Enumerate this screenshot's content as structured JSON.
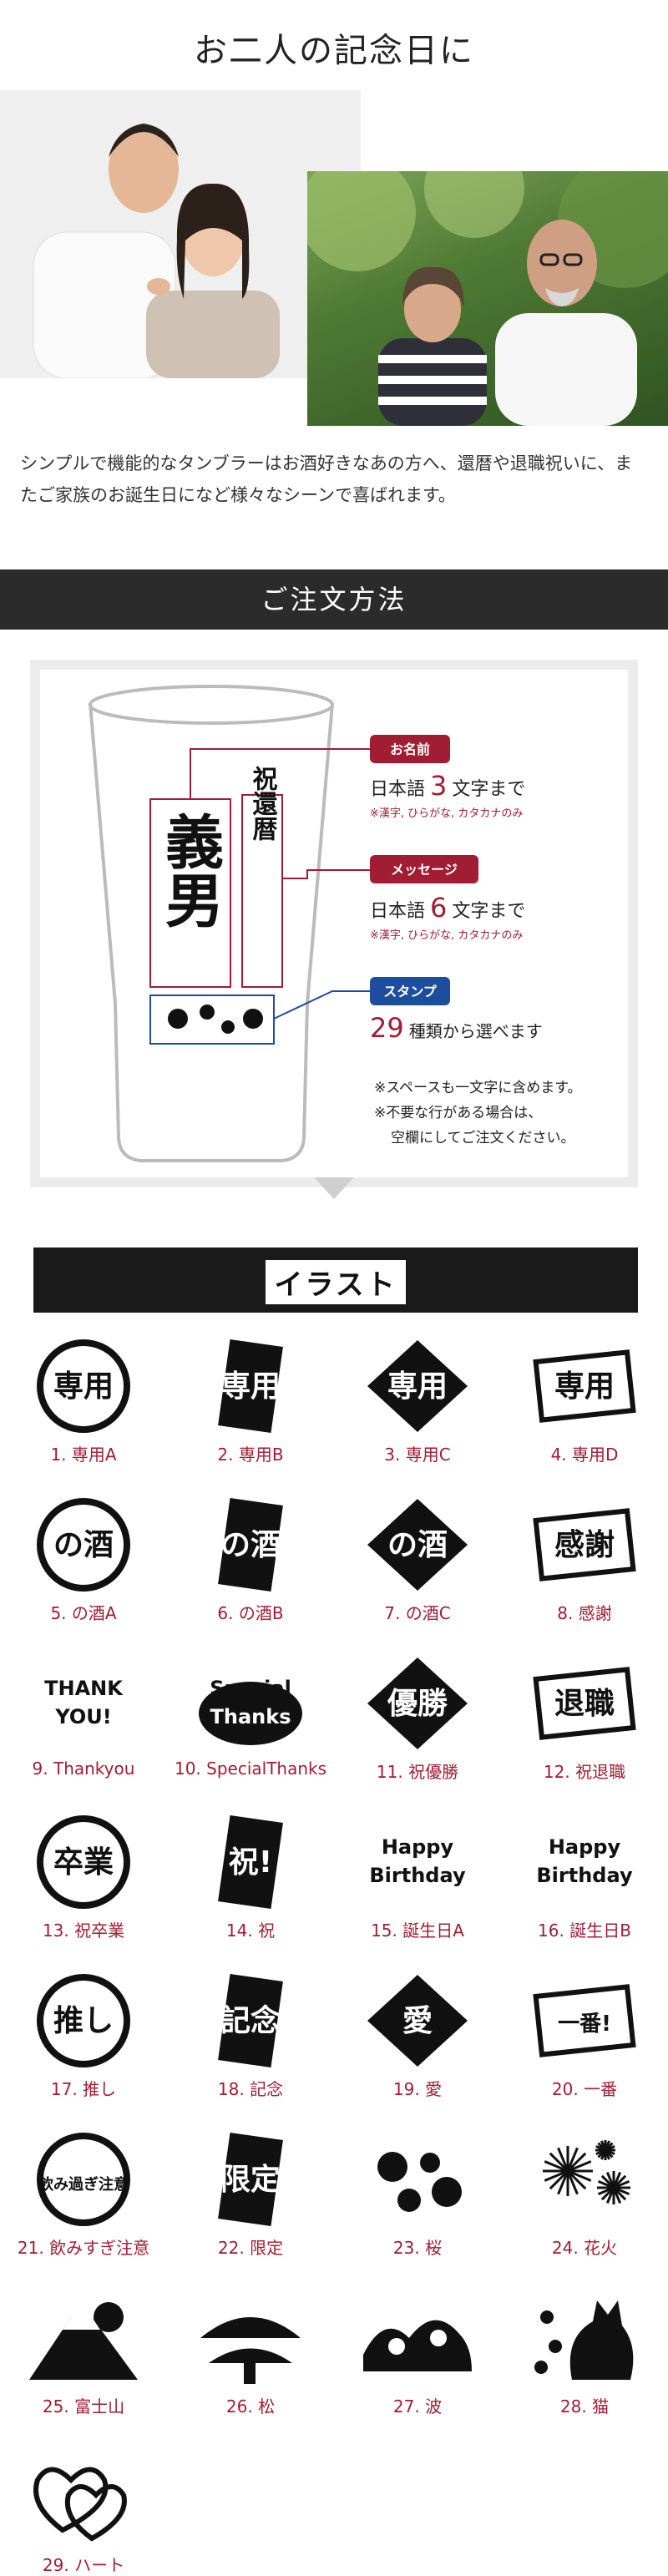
{
  "title": "お二人の記念日に",
  "intro": "シンプルで機能的なタンブラーはお酒好きなあの方へ、還暦や退職祝いに、またご家族のお誕生日になど様々なシーンで喜ばれます。",
  "order_section": {
    "heading": "ご注文方法",
    "engraving_name": "義男",
    "engraving_message": "祝還暦",
    "name_badge": "お名前",
    "name_desc_pre": "日本語",
    "name_count": "3",
    "name_desc_post": "文字まで",
    "name_note": "※漢字, ひらがな, カタカナのみ",
    "message_badge": "メッセージ",
    "message_desc_pre": "日本語",
    "message_count": "6",
    "message_desc_post": "文字まで",
    "message_note": "※漢字, ひらがな, カタカナのみ",
    "stamp_badge": "スタンプ",
    "stamp_count": "29",
    "stamp_desc": "種類から選べます",
    "note1": "※スペースも一文字に含めます。",
    "note2": "※不要な行がある場合は、",
    "note3": "空欄にしてご注文ください。",
    "colors": {
      "accent": "#a01d33",
      "stamp_blue": "#1d4e9e",
      "bar": "#2b2b2b"
    }
  },
  "illust_heading": "イラスト",
  "illustrations": [
    {
      "label": "1. 専用A",
      "glyph": "専用"
    },
    {
      "label": "2. 専用B",
      "glyph": "専用"
    },
    {
      "label": "3. 専用C",
      "glyph": "専用"
    },
    {
      "label": "4. 専用D",
      "glyph": "専用"
    },
    {
      "label": "5. の酒A",
      "glyph": "の酒"
    },
    {
      "label": "6. の酒B",
      "glyph": "の酒"
    },
    {
      "label": "7. の酒C",
      "glyph": "の酒"
    },
    {
      "label": "8. 感謝",
      "glyph": "感謝"
    },
    {
      "label": "9. Thankyou",
      "glyph": "THANK YOU!"
    },
    {
      "label": "10. SpecialThanks",
      "glyph": "Special Thanks"
    },
    {
      "label": "11. 祝優勝",
      "glyph": "優勝"
    },
    {
      "label": "12. 祝退職",
      "glyph": "退職"
    },
    {
      "label": "13. 祝卒業",
      "glyph": "卒業"
    },
    {
      "label": "14. 祝",
      "glyph": "祝!"
    },
    {
      "label": "15. 誕生日A",
      "glyph": "Happy Birthday"
    },
    {
      "label": "16. 誕生日B",
      "glyph": "Happy Birthday"
    },
    {
      "label": "17. 推し",
      "glyph": "推し"
    },
    {
      "label": "18. 記念",
      "glyph": "記念"
    },
    {
      "label": "19. 愛",
      "glyph": "愛"
    },
    {
      "label": "20. 一番",
      "glyph": "一番!"
    },
    {
      "label": "21. 飲みすぎ注意",
      "glyph": "飲み過ぎ注意"
    },
    {
      "label": "22. 限定",
      "glyph": "限定"
    },
    {
      "label": "23. 桜",
      "glyph": "sakura-icon"
    },
    {
      "label": "24. 花火",
      "glyph": "fireworks-icon"
    },
    {
      "label": "25. 富士山",
      "glyph": "mount-fuji-icon"
    },
    {
      "label": "26. 松",
      "glyph": "pine-icon"
    },
    {
      "label": "27. 波",
      "glyph": "wave-icon"
    },
    {
      "label": "28. 猫",
      "glyph": "cat-icon"
    },
    {
      "label": "29. ハート",
      "glyph": "heart-icon"
    }
  ]
}
